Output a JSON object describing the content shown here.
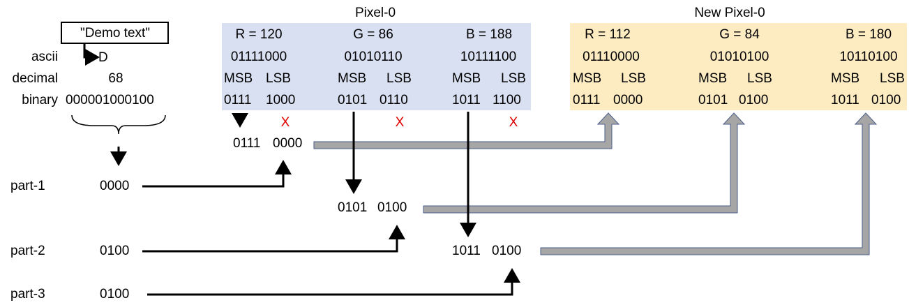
{
  "headings": {
    "pixel": "Pixel-0",
    "new_pixel": "New Pixel-0"
  },
  "source": {
    "text": "\"Demo text\"",
    "char": "D",
    "ascii_label": "ascii",
    "decimal_label": "decimal",
    "decimal_value": "68",
    "binary_label": "binary",
    "binary_value": "000001000100"
  },
  "pixel": {
    "channels": [
      {
        "value": "R = 120",
        "bits": "01111000",
        "msb": "MSB",
        "lsb": "LSB",
        "msb_bits": "0111",
        "lsb_bits": "1000"
      },
      {
        "value": "G = 86",
        "bits": "01010110",
        "msb": "MSB",
        "lsb": "LSB",
        "msb_bits": "0101",
        "lsb_bits": "0110"
      },
      {
        "value": "B = 188",
        "bits": "10111100",
        "msb": "MSB",
        "lsb": "LSB",
        "msb_bits": "1011",
        "lsb_bits": "1100"
      }
    ]
  },
  "new_pixel": {
    "channels": [
      {
        "value": "R = 112",
        "bits": "01110000",
        "msb": "MSB",
        "lsb": "LSB",
        "msb_bits": "0111",
        "lsb_bits": "0000"
      },
      {
        "value": "G = 84",
        "bits": "01010100",
        "msb": "MSB",
        "lsb": "LSB",
        "msb_bits": "0101",
        "lsb_bits": "0100"
      },
      {
        "value": "B = 180",
        "bits": "10110100",
        "msb": "MSB",
        "lsb": "LSB",
        "msb_bits": "1011",
        "lsb_bits": "0100"
      }
    ]
  },
  "discard_mark": "X",
  "parts": [
    {
      "label": "part-1",
      "bits": "0000"
    },
    {
      "label": "part-2",
      "bits": "0100"
    },
    {
      "label": "part-3",
      "bits": "0100"
    }
  ],
  "combined": [
    {
      "msb": "0111",
      "lsb": "0000"
    },
    {
      "msb": "0101",
      "lsb": "0100"
    },
    {
      "msb": "1011",
      "lsb": "0100"
    }
  ],
  "colors": {
    "pixel_bg": "#d9e0f1",
    "new_pixel_bg": "#fdebc2",
    "arrow_gray": "#a6a6a6",
    "arrow_gray_edge": "#4b5e8a",
    "discard": "#e00000"
  }
}
